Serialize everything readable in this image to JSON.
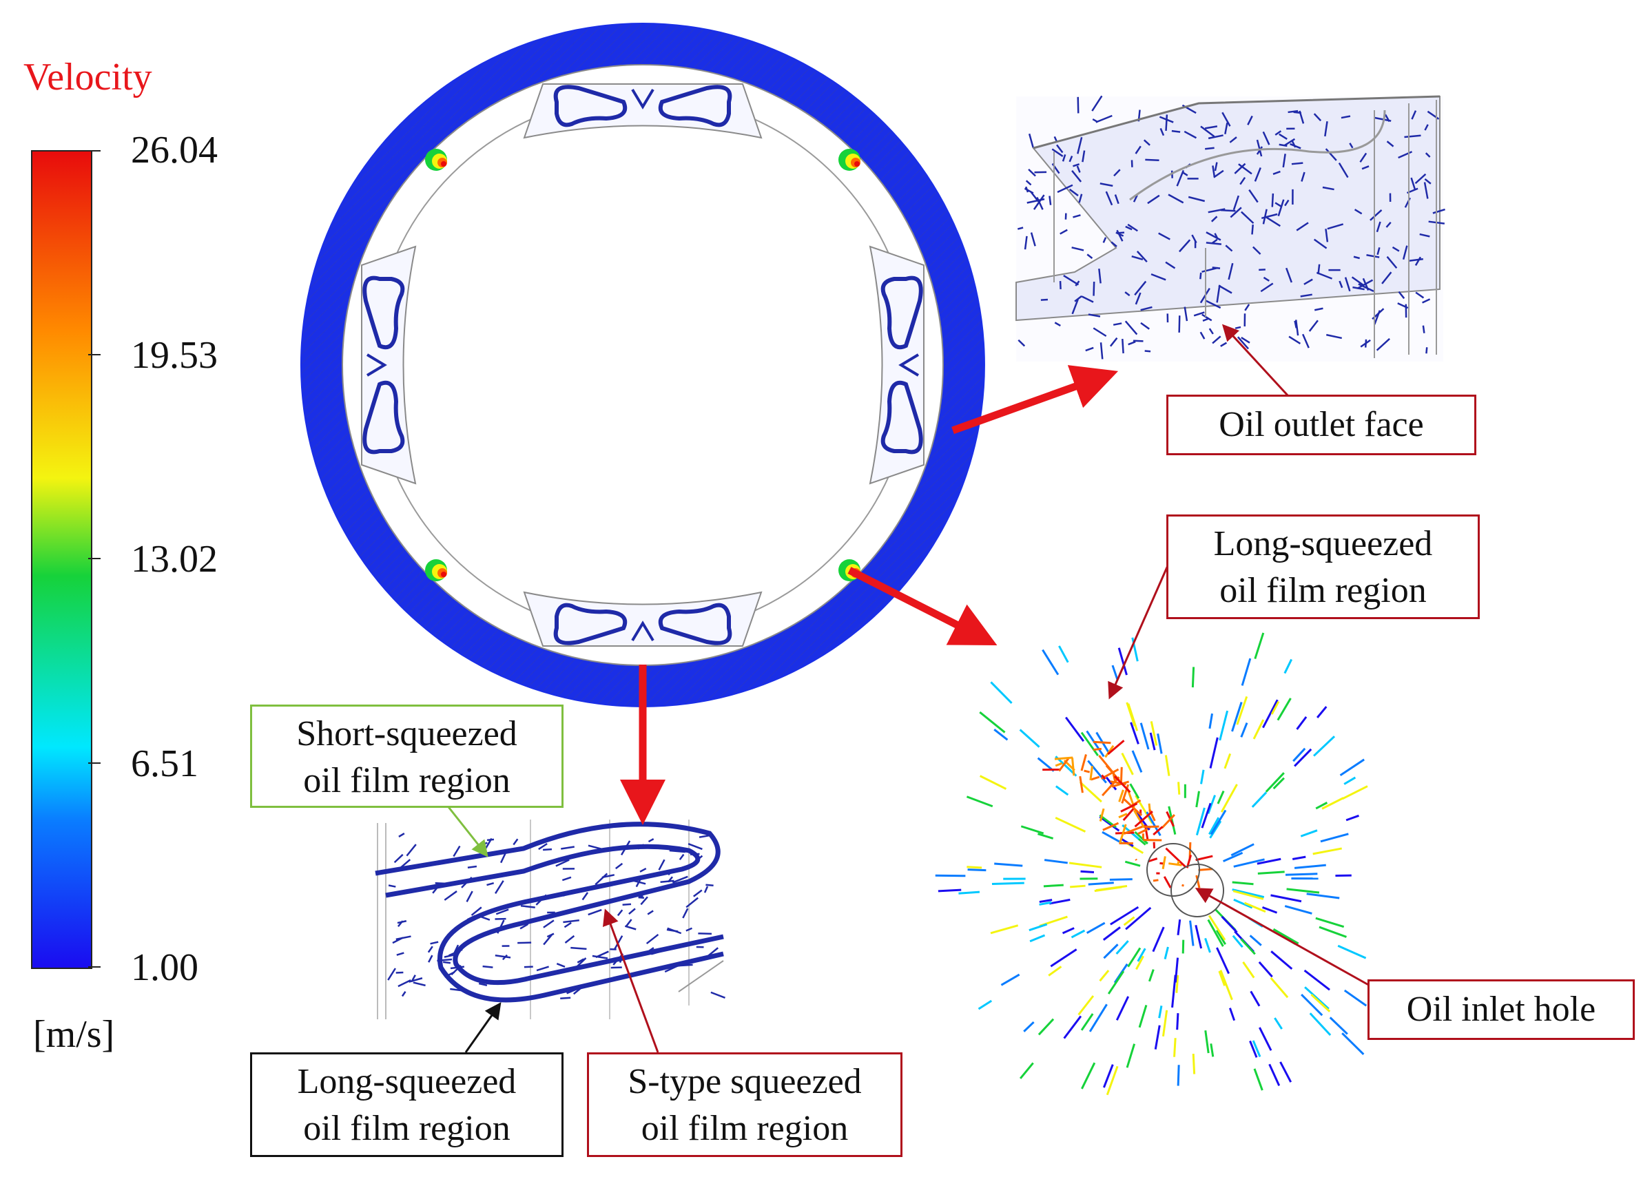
{
  "legend": {
    "title": "Velocity",
    "title_color": "#e8161b",
    "ticks": [
      "26.04",
      "19.53",
      "13.02",
      "6.51",
      "1.00"
    ],
    "unit": "[m/s]",
    "colors": [
      "#1a0cf0",
      "#00c8ff",
      "#16d23a",
      "#f4f410",
      "#ff7a00",
      "#e80c0c"
    ]
  },
  "colors": {
    "ring": "#1a2fe6",
    "vector_dark": "#1f2aa8",
    "arrow": "#e8161b",
    "box_red": "#b0101c",
    "box_green": "#7fbf3f",
    "box_black": "#111111"
  },
  "callouts": {
    "outlet": "Oil outlet face",
    "long_top": [
      "Long-squeezed",
      "oil film region"
    ],
    "inlet": "Oil inlet hole",
    "short": [
      "Short-squeezed",
      "oil film region"
    ],
    "long_bottom": [
      "Long-squeezed",
      "oil film region"
    ],
    "stype": [
      "S-type squeezed",
      "oil film region"
    ]
  }
}
